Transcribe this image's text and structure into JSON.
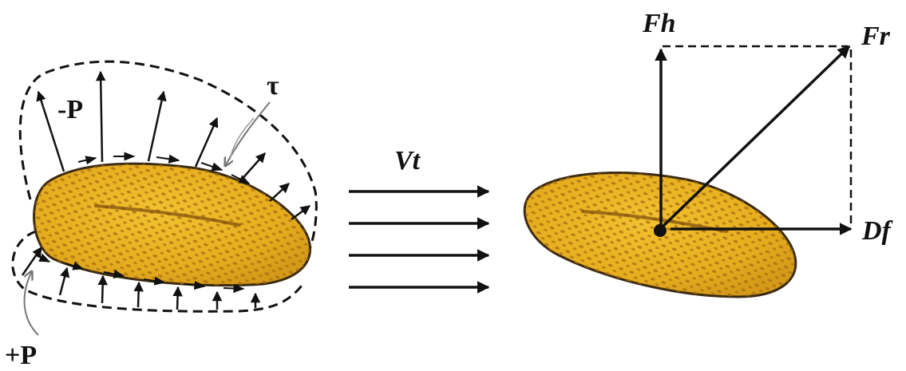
{
  "labels": {
    "neg_pressure": "-P",
    "pos_pressure": "+P",
    "shear": "τ",
    "velocity": "Vt",
    "lift": "Fh",
    "resultant": "Fr",
    "drag": "Df"
  },
  "colors": {
    "grain_fill": "#E9B321",
    "grain_stroke": "#3a2a10",
    "pores": "#9a6410",
    "arrows": "#111111"
  }
}
